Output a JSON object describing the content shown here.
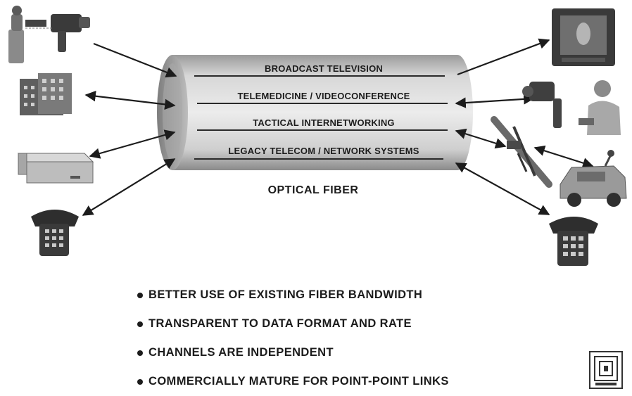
{
  "cable": {
    "channels": [
      {
        "label": "BROADCAST TELEVISION"
      },
      {
        "label": "TELEMEDICINE / VIDEOCONFERENCE"
      },
      {
        "label": "TACTICAL INTERNETWORKING"
      },
      {
        "label": "LEGACY TELECOM / NETWORK SYSTEMS"
      }
    ],
    "label": "OPTICAL FIBER"
  },
  "bullets": [
    {
      "text": "BETTER USE OF EXISTING FIBER BANDWIDTH"
    },
    {
      "text": "TRANSPARENT TO DATA FORMAT AND RATE"
    },
    {
      "text": "CHANNELS ARE INDEPENDENT"
    },
    {
      "text": "COMMERCIALLY MATURE FOR POINT-POINT LINKS"
    }
  ],
  "icons": {
    "left": [
      "video-camera-operator-icon",
      "building-icon",
      "network-device-icon",
      "telephone-icon"
    ],
    "right": [
      "television-monitor-icon",
      "videoconference-icon",
      "tactical-antenna-icon",
      "military-vehicle-icon",
      "telephone-icon"
    ]
  },
  "colors": {
    "cable_light": "#e6e6e6",
    "cable_dark": "#8c8c8c",
    "ink": "#1c1c1c"
  }
}
